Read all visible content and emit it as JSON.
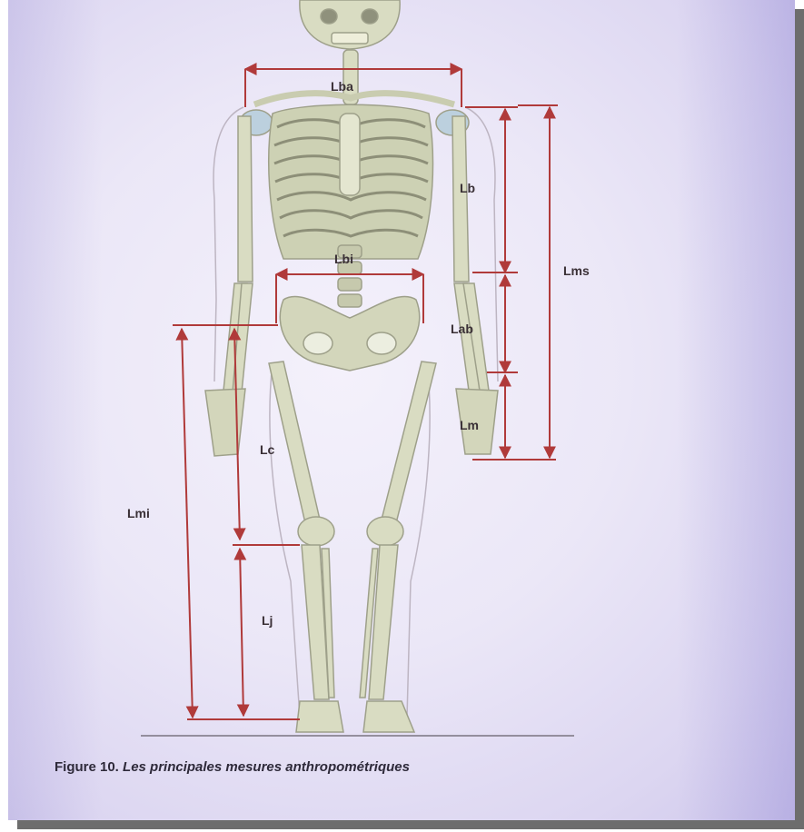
{
  "labels": {
    "lba": "Lba",
    "lbi": "Lbi",
    "lb": "Lb",
    "lms": "Lms",
    "lab": "Lab",
    "lm": "Lm",
    "lc": "Lc",
    "lmi": "Lmi",
    "lj": "Lj"
  },
  "caption": {
    "number": "Figure 10.",
    "title": "Les principales mesures anthropométriques"
  },
  "colors": {
    "arrow": "#b03a3a",
    "bone": "#d8dcc0",
    "bone_shadow": "#a9ad8e",
    "outline": "#b8b0b8"
  }
}
